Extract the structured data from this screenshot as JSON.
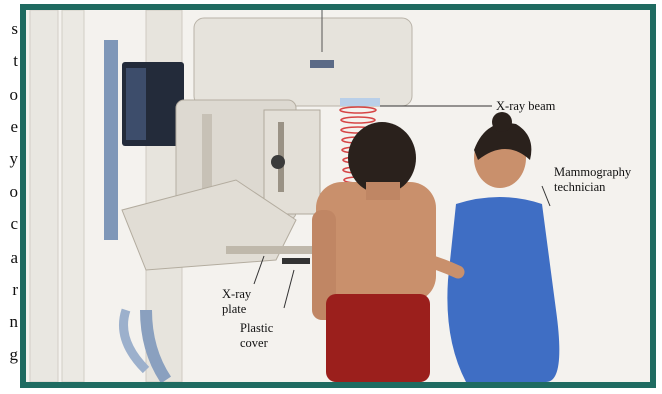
{
  "side_text": {
    "letters": [
      "s",
      "t",
      "o",
      "e",
      "y",
      "o",
      "c",
      "a",
      "r",
      "n",
      "g"
    ]
  },
  "illustration": {
    "labels": {
      "xray_beam": "X-ray beam",
      "technician_line1": "Mammography",
      "technician_line2": "technician",
      "plate_line1": "X-ray",
      "plate_line2": "plate",
      "cover_line1": "Plastic",
      "cover_line2": "cover"
    },
    "colors": {
      "frame": "#1f6b61",
      "machine": "#e6e3dc",
      "beam": "#d64545",
      "scrubs": "#3f6ec4",
      "skirt": "#9b1f1c",
      "skin": "#c9906c",
      "hair": "#2a211c"
    }
  }
}
